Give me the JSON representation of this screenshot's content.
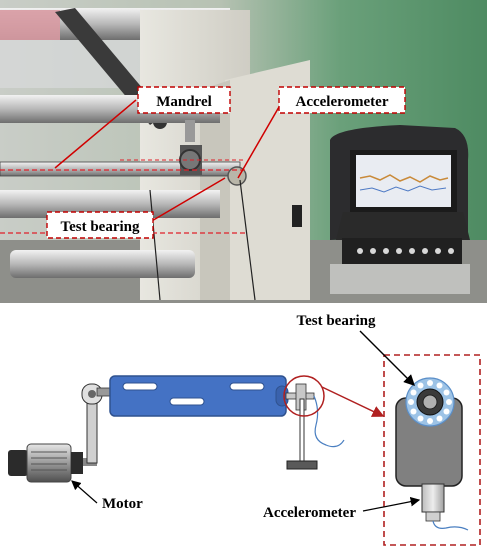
{
  "photo": {
    "labels": {
      "mandrel": "Mandrel",
      "accelerometer": "Accelerometer",
      "test_bearing": "Test bearing"
    }
  },
  "schematic": {
    "labels": {
      "test_bearing": "Test bearing",
      "motor": "Motor",
      "accelerometer": "Accelerometer"
    }
  },
  "colors": {
    "callout_border": "#c00000",
    "leader_line": "#d00000",
    "shaft_blue": "#4472c4",
    "bearing_ring": "#9dc3e6",
    "housing_gray": "#7f7f7f",
    "signal_wire": "#4a7fc1"
  }
}
